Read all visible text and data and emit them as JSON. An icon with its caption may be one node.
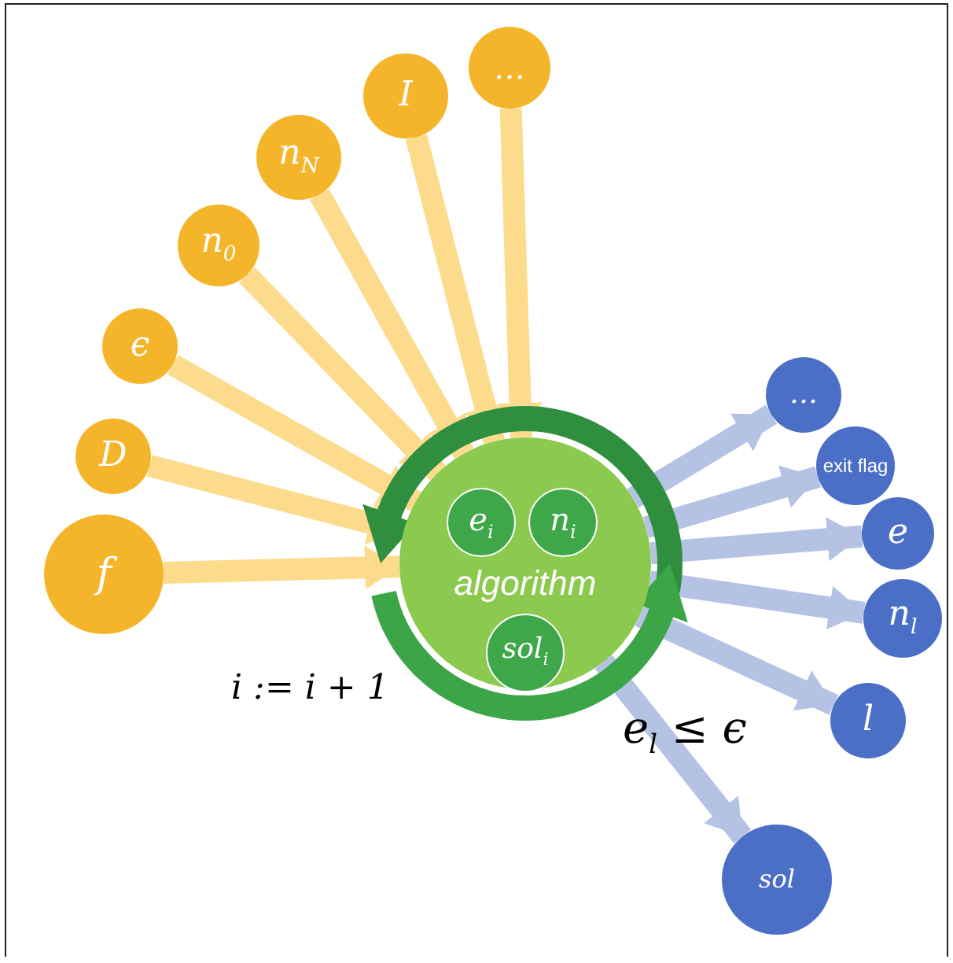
{
  "diagram": {
    "nodes": [
      {
        "text": [
          "f"
        ]
      },
      {
        "text": [
          "D"
        ]
      },
      {
        "text": [
          "ϵ"
        ]
      },
      {
        "text": [
          "n$_{0}$"
        ]
      },
      {
        "text": [
          "n$_{N}$"
        ]
      },
      {
        "text": [
          "I"
        ]
      },
      {
        "text": [
          "…"
        ]
      },
      {
        "text": [
          "algorithm"
        ]
      },
      {
        "text": [
          "e$_{i}$"
        ],
        "in": 7
      },
      {
        "text": [
          "n$_{i}$"
        ],
        "in": 7
      },
      {
        "text": [
          "sol$_{i}$"
        ],
        "in": 7
      },
      {
        "text": [
          "…"
        ]
      },
      {
        "text": [
          "exit flag"
        ]
      },
      {
        "text": [
          "e"
        ]
      },
      {
        "text": [
          "n$_{l}$"
        ]
      },
      {
        "text": [
          "l"
        ]
      },
      {
        "text": [
          "sol"
        ]
      }
    ],
    "edges": [
      {
        "from": 0,
        "to": 7,
        "arrow": "to"
      },
      {
        "from": 1,
        "to": 7,
        "arrow": "to"
      },
      {
        "from": 2,
        "to": 7,
        "arrow": "to"
      },
      {
        "from": 3,
        "to": 7,
        "arrow": "to"
      },
      {
        "from": 4,
        "to": 7,
        "arrow": "to"
      },
      {
        "from": 5,
        "to": 7,
        "arrow": "to"
      },
      {
        "from": 6,
        "to": 7,
        "arrow": "to"
      },
      {
        "from": 7,
        "to": 11,
        "arrow": "to",
        "color": "#b4c2e4"
      },
      {
        "from": 7,
        "to": 12,
        "arrow": "to",
        "color": "#b4c2e4"
      },
      {
        "from": 7,
        "to": 13,
        "arrow": "to",
        "color": "#b4c2e4"
      },
      {
        "from": 7,
        "to": 14,
        "arrow": "to",
        "color": "#b4c2e4"
      },
      {
        "from": 7,
        "to": 15,
        "arrow": "to",
        "color": "#b4c2e4"
      },
      {
        "from": 7,
        "to": 16,
        "arrow": "to",
        "color": "#b4c2e4"
      }
    ],
    "labels": [
      "i := i + 1",
      "e$_{l}$ ≤ ϵ"
    ]
  }
}
